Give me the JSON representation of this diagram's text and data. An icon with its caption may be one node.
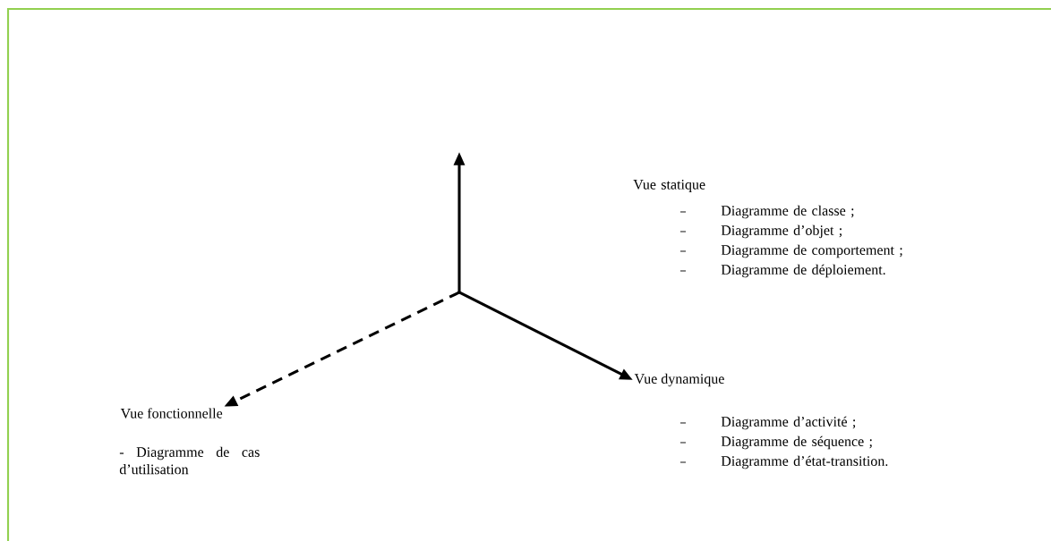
{
  "diagram": {
    "nodes": [
      {
        "text": [
          "Vue fonctionnelle"
        ]
      },
      {
        "text": [
          "Vue dynamique"
        ]
      }
    ],
    "edges": [
      {
        "from": null,
        "to": 0,
        "arrow": "to",
        "style": "dashed"
      },
      {
        "from": null,
        "to": 1,
        "arrow": "to"
      }
    ],
    "labels": [
      "Vue statique",
      "Diagramme de classe ;",
      "Diagramme d’objet ;",
      "Diagramme de comportement ;",
      "Diagramme de déploiement.",
      "Diagramme d’activité ;",
      "Diagramme de séquence ;",
      "Diagramme d’état-transition.",
      "- Diagramme de cas d’utilisation"
    ]
  }
}
